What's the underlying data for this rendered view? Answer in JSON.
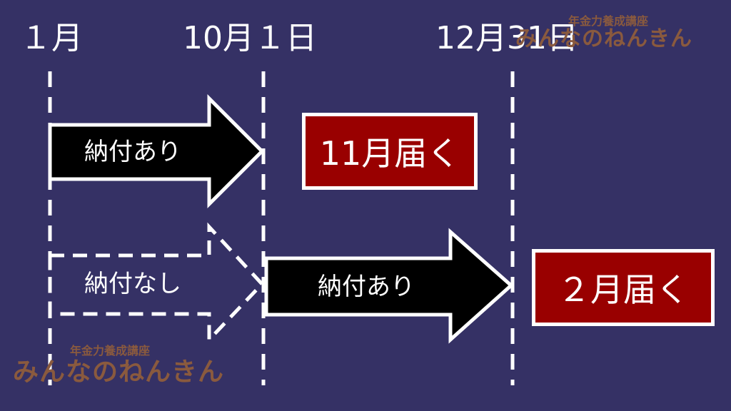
{
  "timeline": {
    "dates": [
      "１月",
      "10月１日",
      "12月31日"
    ]
  },
  "row1": {
    "arrow_label": "納付あり",
    "result": "11月届く"
  },
  "row2": {
    "ghost_arrow_label": "納付なし",
    "arrow_label": "納付あり",
    "result": "２月届く"
  },
  "watermark": {
    "subtitle": "年金力養成講座",
    "title": "みんなのねんきん"
  },
  "colors": {
    "background": "#353165",
    "result_box": "#990000",
    "arrow_fill": "#000000",
    "line": "#ffffff",
    "watermark": "#8a5a3e"
  }
}
